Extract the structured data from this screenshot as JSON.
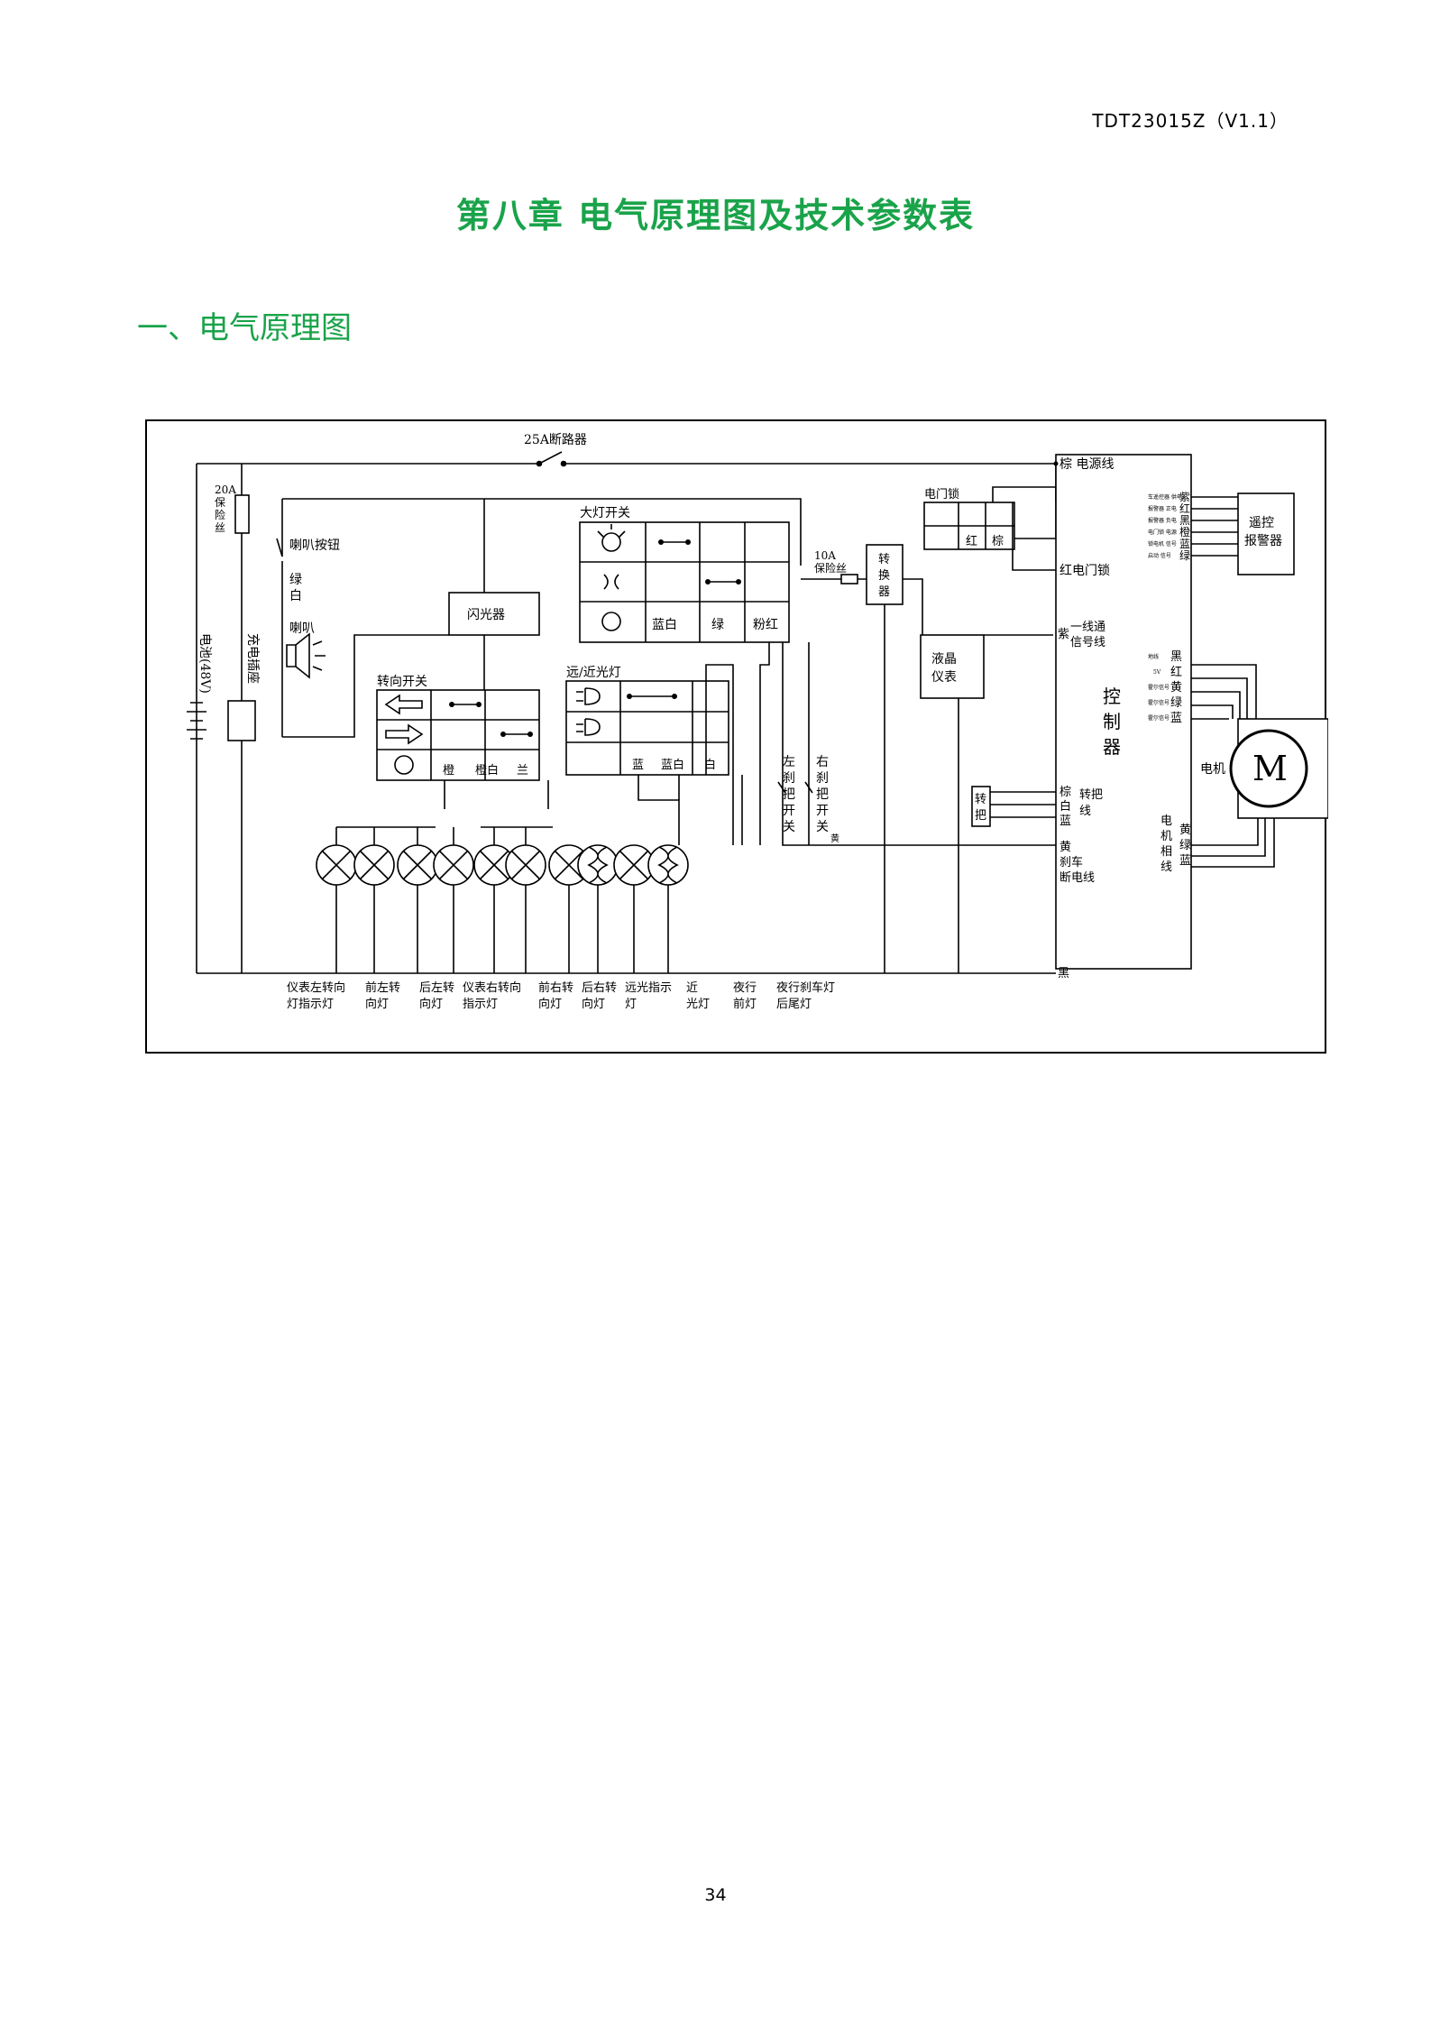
{
  "header": {
    "doc_code": "TDT23015Z（V1.1）"
  },
  "chapter": {
    "title": "第八章   电气原理图及技术参数表"
  },
  "section": {
    "title": "一、电气原理图"
  },
  "diagram": {
    "breaker": "25A断路器",
    "fuse20": [
      "20A",
      "保",
      "险",
      "丝"
    ],
    "horn_button": "喇叭按钮",
    "horn_wires": [
      "绿",
      "白"
    ],
    "horn": "喇叭",
    "battery": "电池(48V)",
    "charge_port": "充电插座",
    "flasher": "闪光器",
    "headlight_switch": {
      "title": "大灯开关",
      "wires": [
        "蓝白",
        "绿",
        "粉红"
      ]
    },
    "fuse10": [
      "10A",
      "保险丝"
    ],
    "converter": [
      "转",
      "换",
      "器"
    ],
    "e_lock": {
      "title": "电门锁",
      "wires": [
        "红",
        "棕"
      ]
    },
    "lcd": [
      "液晶",
      "仪表"
    ],
    "turn_switch": {
      "title": "转向开关",
      "wires": [
        "橙",
        "橙白",
        "兰"
      ]
    },
    "beam_switch": {
      "title": "远/近光灯",
      "wires": [
        "蓝",
        "蓝白",
        "白"
      ]
    },
    "brake_left": [
      "左",
      "刹",
      "把",
      "开",
      "关"
    ],
    "brake_right": [
      "右",
      "刹",
      "把",
      "开",
      "关"
    ],
    "brake_wire": "黄",
    "controller": {
      "title": [
        "控",
        "制",
        "器"
      ],
      "left_labels": {
        "power": "棕 电源线",
        "lock": "红电门锁",
        "comm_color": "紫",
        "comm": [
          "一线通",
          "信号线"
        ],
        "throttle_wires": [
          "棕",
          "白",
          "蓝"
        ],
        "throttle_label": [
          "转把",
          "线"
        ],
        "brake": [
          "黄",
          "刹车",
          "断电线"
        ],
        "ground": "黑"
      },
      "alarm_signals": [
        {
          "label": "车遥控器 供电",
          "color": "紫"
        },
        {
          "label": "报警器 正电",
          "color": "红"
        },
        {
          "label": "报警器 负电",
          "color": "黑"
        },
        {
          "label": "电门锁 电源",
          "color": "橙"
        },
        {
          "label": "锁电机 信号",
          "color": "蓝"
        },
        {
          "label": "启动 信号",
          "color": "绿"
        }
      ],
      "hall_signals": [
        {
          "label": "地线",
          "color": "黑"
        },
        {
          "label": "5V",
          "color": "红"
        },
        {
          "label": "霍尔信号",
          "color": "黄"
        },
        {
          "label": "霍尔信号",
          "color": "绿"
        },
        {
          "label": "霍尔信号",
          "color": "蓝"
        }
      ],
      "phase_wires": [
        "黄",
        "绿",
        "蓝"
      ],
      "phase_label": [
        "电",
        "机",
        "相",
        "线"
      ]
    },
    "alarm": [
      "遥控",
      "报警器"
    ],
    "motor": {
      "symbol": "M",
      "label": "电机"
    },
    "throttle": [
      "转",
      "把"
    ],
    "lamp_labels": [
      [
        "仪表左转向",
        "灯指示灯"
      ],
      [
        "前左转",
        "向灯"
      ],
      [
        "后左转",
        "向灯"
      ],
      [
        "仪表右转向",
        "指示灯"
      ],
      [
        "前右转",
        "向灯"
      ],
      [
        "后右转",
        "向灯"
      ],
      [
        "远光指示",
        "灯"
      ],
      [
        "近",
        "光灯"
      ],
      [
        "夜行",
        "前灯"
      ],
      [
        "夜行刹车灯",
        "后尾灯"
      ]
    ]
  },
  "footer": {
    "page_number": "34"
  }
}
